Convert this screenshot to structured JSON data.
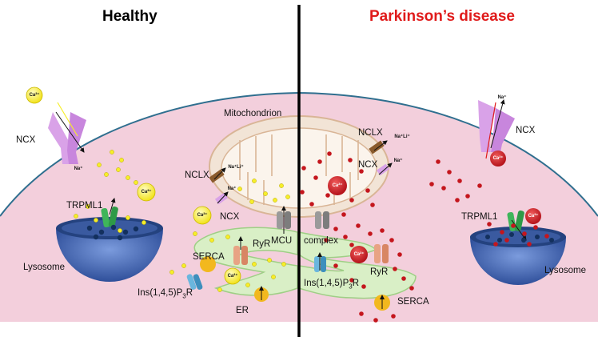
{
  "titles": {
    "healthy": "Healthy",
    "disease": "Parkinson’s disease",
    "healthy_color": "#000000",
    "disease_color": "#e01b1b"
  },
  "labels": {
    "mitochondrion": "Mitochondrion",
    "ncx_left": "NCX",
    "ncx_right": "NCX",
    "trpml1_left": "TRPML1",
    "trpml1_right": "TRPML1",
    "lysosome_left": "Lysosome",
    "lysosome_right": "Lysosome",
    "nclx_left": "NCLX",
    "nclx_right": "NCLX",
    "ncx_mito_left": "NCX",
    "ncx_mito_right": "NCX",
    "mcu": "MCU",
    "complex": "complex",
    "serca_left": "SERCA",
    "serca_right": "SERCA",
    "ryr_left": "RyR",
    "ryr_right": "RyR",
    "ip3r_left": "Ins(1,4,5)P",
    "ip3r_right": "Ins(1,4,5)P",
    "ip3r_sub": "3",
    "ip3r_tail": "R",
    "er": "ER"
  },
  "ions": {
    "ca": "Ca²⁺",
    "na": "Na⁺",
    "na_li": "Na⁺Li⁺"
  },
  "colors": {
    "cell": "#f3cfdc",
    "membrane": "#2f6f8f",
    "mito_outer": "#f2e4d6",
    "mito_inner": "#fbf4ec",
    "er": "#d9efc6",
    "lysosome": "#4a6fbf",
    "ca_healthy": "#f6ee2a",
    "ca_disease": "#d51f26",
    "ncx": "#d9a2e8",
    "trpml1": "#3fb55a",
    "serca": "#f2b81e",
    "ryr": "#e8a384",
    "ip3r": "#6ab6de"
  }
}
